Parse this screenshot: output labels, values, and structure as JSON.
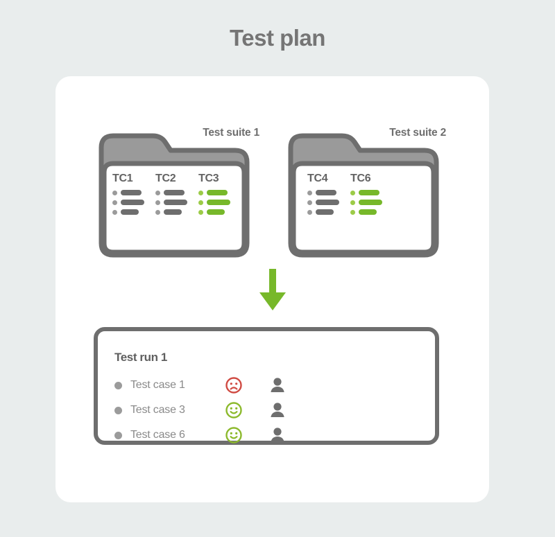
{
  "page": {
    "title": "Test plan",
    "background_color": "#e9eded",
    "card_color": "#ffffff"
  },
  "colors": {
    "gray_stroke": "#6e6e6e",
    "gray_fill": "#9a9a9a",
    "gray_text": "#757575",
    "green": "#77b82a",
    "green_light": "#9ccb48",
    "red": "#d04a42"
  },
  "suites": [
    {
      "label": "Test suite 1",
      "cases": [
        {
          "name": "TC1",
          "state": "gray",
          "bar_widths": [
            30,
            34,
            26
          ]
        },
        {
          "name": "TC2",
          "state": "gray",
          "bar_widths": [
            30,
            34,
            26
          ]
        },
        {
          "name": "TC3",
          "state": "green",
          "bar_widths": [
            30,
            34,
            26
          ]
        }
      ]
    },
    {
      "label": "Test suite 2",
      "cases": [
        {
          "name": "TC4",
          "state": "gray",
          "bar_widths": [
            30,
            34,
            26
          ]
        },
        {
          "name": "TC6",
          "state": "green",
          "bar_widths": [
            30,
            34,
            26
          ]
        }
      ]
    }
  ],
  "arrow": {
    "direction": "down",
    "color": "#77b82a"
  },
  "test_run": {
    "title": "Test run 1",
    "rows": [
      {
        "label": "Test case 1",
        "result": "failed",
        "face_icon": "sad-face-icon",
        "face_color": "#d04a42",
        "user_icon": "user-icon"
      },
      {
        "label": "Test case 3",
        "result": "passed",
        "face_icon": "happy-face-icon",
        "face_color": "#8cb92c",
        "user_icon": "user-icon"
      },
      {
        "label": "Test case 6",
        "result": "passed",
        "face_icon": "happy-face-icon",
        "face_color": "#8cb92c",
        "user_icon": "user-icon"
      }
    ]
  }
}
